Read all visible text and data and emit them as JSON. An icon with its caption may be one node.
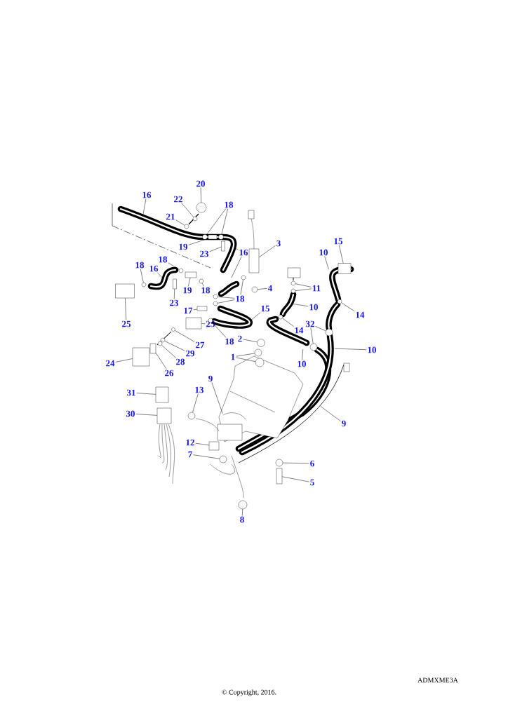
{
  "diagram": {
    "nodes": [
      {
        "text": [
          "20"
        ]
      },
      {
        "text": [
          "16"
        ]
      },
      {
        "text": [
          "22"
        ]
      },
      {
        "text": [
          "18"
        ]
      },
      {
        "text": [
          "21"
        ]
      },
      {
        "text": [
          "3"
        ]
      },
      {
        "text": [
          "15"
        ]
      },
      {
        "text": [
          "19"
        ]
      },
      {
        "text": [
          "23"
        ]
      },
      {
        "text": [
          "16"
        ]
      },
      {
        "text": [
          "10"
        ]
      },
      {
        "text": [
          "18"
        ]
      },
      {
        "text": [
          "18"
        ]
      },
      {
        "text": [
          "16"
        ]
      },
      {
        "text": [
          "4"
        ]
      },
      {
        "text": [
          "11"
        ]
      },
      {
        "text": [
          "19"
        ]
      },
      {
        "text": [
          "18"
        ]
      },
      {
        "text": [
          "18"
        ]
      },
      {
        "text": [
          "23"
        ]
      },
      {
        "text": [
          "17"
        ]
      },
      {
        "text": [
          "15"
        ]
      },
      {
        "text": [
          "10"
        ]
      },
      {
        "text": [
          "14"
        ]
      },
      {
        "text": [
          "25"
        ]
      },
      {
        "text": [
          "25"
        ]
      },
      {
        "text": [
          "32"
        ]
      },
      {
        "text": [
          "14"
        ]
      },
      {
        "text": [
          "2"
        ]
      },
      {
        "text": [
          "18"
        ]
      },
      {
        "text": [
          "27"
        ]
      },
      {
        "text": [
          "10"
        ]
      },
      {
        "text": [
          "29"
        ]
      },
      {
        "text": [
          "1"
        ]
      },
      {
        "text": [
          "28"
        ]
      },
      {
        "text": [
          "24"
        ]
      },
      {
        "text": [
          "10"
        ]
      },
      {
        "text": [
          "26"
        ]
      },
      {
        "text": [
          "9"
        ]
      },
      {
        "text": [
          "13"
        ]
      },
      {
        "text": [
          "31"
        ]
      },
      {
        "text": [
          "30"
        ]
      },
      {
        "text": [
          "9"
        ]
      },
      {
        "text": [
          "12"
        ]
      },
      {
        "text": [
          "7"
        ]
      },
      {
        "text": [
          "6"
        ]
      },
      {
        "text": [
          "5"
        ]
      },
      {
        "text": [
          "8"
        ]
      },
      {
        "text": [],
        "shape": "circle"
      },
      {
        "text": [],
        "shape": "circle"
      },
      {
        "text": [],
        "shape": "circle"
      },
      {
        "text": [],
        "shape": "circle"
      },
      {
        "text": [],
        "shape": "circle"
      },
      {
        "text": [],
        "shape": "box"
      },
      {
        "text": [],
        "shape": "box"
      },
      {
        "text": [],
        "shape": "box"
      },
      {
        "text": [],
        "shape": "box"
      },
      {
        "text": [],
        "shape": "circle"
      },
      {
        "text": [],
        "shape": "circle"
      },
      {
        "text": [],
        "shape": "circle"
      },
      {
        "text": [],
        "shape": "circle"
      },
      {
        "text": [],
        "shape": "circle"
      },
      {
        "text": [],
        "shape": "box"
      },
      {
        "text": [],
        "shape": "circle"
      },
      {
        "text": [],
        "shape": "circle"
      },
      {
        "text": [],
        "shape": "circle"
      },
      {
        "text": [],
        "shape": "circle"
      },
      {
        "text": [],
        "shape": "box"
      },
      {
        "text": [],
        "shape": "box"
      },
      {
        "text": [],
        "shape": "circle"
      },
      {
        "text": [],
        "shape": "box"
      },
      {
        "text": [],
        "shape": "box"
      },
      {
        "text": [],
        "shape": "circle"
      },
      {
        "text": [],
        "shape": "circle"
      },
      {
        "text": [],
        "shape": "circle"
      },
      {
        "text": [],
        "shape": "circle"
      },
      {
        "text": [],
        "shape": "circle"
      },
      {
        "text": [],
        "shape": "circle"
      },
      {
        "text": [],
        "shape": "circle"
      },
      {
        "text": [],
        "shape": "circle"
      },
      {
        "text": [],
        "shape": "circle"
      },
      {
        "text": [],
        "shape": "circle"
      },
      {
        "text": [],
        "shape": "box"
      },
      {
        "text": [],
        "shape": "box"
      },
      {
        "text": [],
        "shape": "circle"
      },
      {
        "text": [],
        "shape": "box"
      },
      {
        "text": [],
        "shape": "box"
      },
      {
        "text": [],
        "shape": "box"
      },
      {
        "text": [],
        "shape": "circle"
      },
      {
        "text": [],
        "shape": "circle"
      },
      {
        "text": [],
        "shape": "box"
      },
      {
        "text": [],
        "shape": "circle"
      }
    ],
    "edges": [
      {
        "from": 0,
        "to": 48,
        "arrow": "none"
      },
      {
        "from": 1,
        "to": null,
        "arrow": "none"
      },
      {
        "from": 2,
        "to": 49,
        "arrow": "none"
      },
      {
        "from": 3,
        "to": 50,
        "arrow": "none"
      },
      {
        "from": 3,
        "to": 51,
        "arrow": "none"
      },
      {
        "from": 4,
        "to": 52,
        "arrow": "none"
      },
      {
        "from": 5,
        "to": 53,
        "arrow": "none"
      },
      {
        "from": 6,
        "to": 54,
        "arrow": "none"
      },
      {
        "from": 7,
        "to": 55,
        "arrow": "none"
      },
      {
        "from": 8,
        "to": 56,
        "arrow": "none"
      },
      {
        "from": 9,
        "to": null,
        "arrow": "none"
      },
      {
        "from": 9,
        "to": null,
        "arrow": "none"
      },
      {
        "from": 10,
        "to": null,
        "arrow": "none"
      },
      {
        "from": 11,
        "to": 57,
        "arrow": "none"
      },
      {
        "from": 12,
        "to": 58,
        "arrow": "none"
      },
      {
        "from": 13,
        "to": null,
        "arrow": "none"
      },
      {
        "from": 14,
        "to": 59,
        "arrow": "none"
      },
      {
        "from": 15,
        "to": 60,
        "arrow": "none"
      },
      {
        "from": 15,
        "to": 61,
        "arrow": "none"
      },
      {
        "from": 16,
        "to": 62,
        "arrow": "none"
      },
      {
        "from": 17,
        "to": 63,
        "arrow": "none"
      },
      {
        "from": 18,
        "to": 64,
        "arrow": "none"
      },
      {
        "from": 18,
        "to": 65,
        "arrow": "none"
      },
      {
        "from": 18,
        "to": 66,
        "arrow": "none"
      },
      {
        "from": 19,
        "to": 67,
        "arrow": "none"
      },
      {
        "from": 20,
        "to": 68,
        "arrow": "none"
      },
      {
        "from": 21,
        "to": null,
        "arrow": "none"
      },
      {
        "from": 22,
        "to": null,
        "arrow": "none"
      },
      {
        "from": 23,
        "to": 69,
        "arrow": "none"
      },
      {
        "from": 24,
        "to": 70,
        "arrow": "none"
      },
      {
        "from": 25,
        "to": 71,
        "arrow": "none"
      },
      {
        "from": 26,
        "to": 72,
        "arrow": "none"
      },
      {
        "from": 26,
        "to": 73,
        "arrow": "none"
      },
      {
        "from": 27,
        "to": 74,
        "arrow": "none"
      },
      {
        "from": 28,
        "to": 75,
        "arrow": "none"
      },
      {
        "from": 29,
        "to": 76,
        "arrow": "none"
      },
      {
        "from": 30,
        "to": 77,
        "arrow": "none"
      },
      {
        "from": 31,
        "to": null,
        "arrow": "none"
      },
      {
        "from": 32,
        "to": 78,
        "arrow": "none"
      },
      {
        "from": 33,
        "to": 79,
        "arrow": "none"
      },
      {
        "from": 33,
        "to": 80,
        "arrow": "none"
      },
      {
        "from": 34,
        "to": 81,
        "arrow": "none"
      },
      {
        "from": 35,
        "to": 82,
        "arrow": "none"
      },
      {
        "from": 36,
        "to": null,
        "arrow": "none"
      },
      {
        "from": 37,
        "to": 83,
        "arrow": "none"
      },
      {
        "from": 38,
        "to": null,
        "arrow": "none"
      },
      {
        "from": 39,
        "to": 84,
        "arrow": "none"
      },
      {
        "from": 40,
        "to": 85,
        "arrow": "none"
      },
      {
        "from": 41,
        "to": 86,
        "arrow": "none"
      },
      {
        "from": 42,
        "to": null,
        "arrow": "none"
      },
      {
        "from": 43,
        "to": 87,
        "arrow": "none"
      },
      {
        "from": 44,
        "to": 88,
        "arrow": "none"
      },
      {
        "from": 45,
        "to": 89,
        "arrow": "none"
      },
      {
        "from": 46,
        "to": 90,
        "arrow": "none"
      },
      {
        "from": 47,
        "to": 91,
        "arrow": "none"
      }
    ],
    "labels": [
      "ADMXME3A",
      "© Copyright, 2016."
    ]
  }
}
